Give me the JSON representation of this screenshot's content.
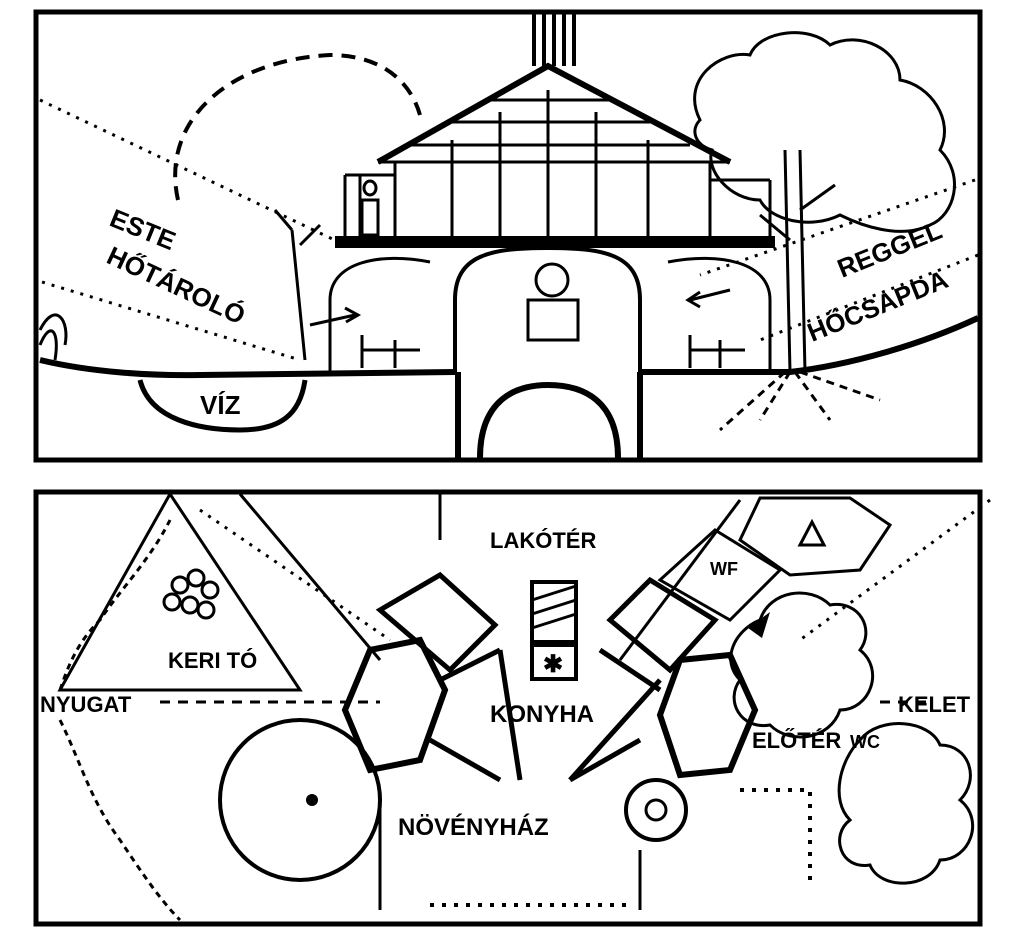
{
  "section": {
    "evening_label": "ESTE",
    "heat_storage_label": "HŐTÁROLÓ",
    "morning_label": "REGGEL",
    "heat_trap_label": "HŐCSAPDA",
    "water_label": "VÍZ"
  },
  "plan": {
    "living_space_label": "LAKÓTÉR",
    "garden_pond_label": "KERI TÓ",
    "west_label": "NYUGAT",
    "kitchen_label": "KONYHA",
    "east_label": "KELET",
    "entry_hall_label": "ELŐTÉR",
    "greenhouse_label": "NÖVÉNYHÁZ",
    "wc_label": "WC",
    "wf_label": "WF"
  },
  "style": {
    "ink_color": "#000000",
    "paper_color": "#ffffff"
  }
}
